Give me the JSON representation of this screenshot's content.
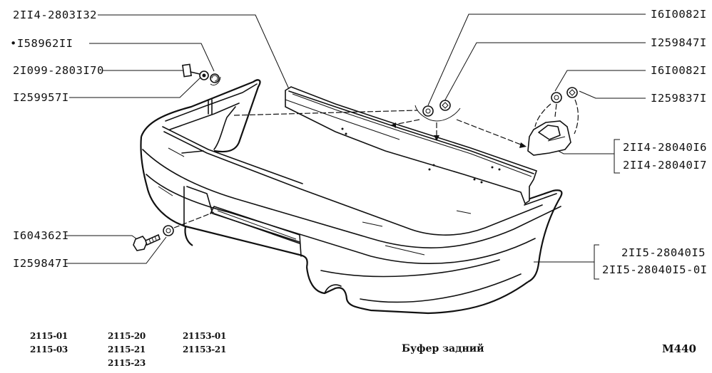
{
  "diagram": {
    "title": "Буфер задний",
    "sheet_code": "M440",
    "parts_left": [
      {
        "id": "2II4-2803I32"
      },
      {
        "id": "I58962II"
      },
      {
        "id": "2I099-2803I70"
      },
      {
        "id": "I259957I"
      },
      {
        "id": "I604362I"
      },
      {
        "id": "I259847I"
      }
    ],
    "parts_right": [
      {
        "id": "I6I0082I"
      },
      {
        "id": "I259847I"
      },
      {
        "id": "I6I0082I"
      },
      {
        "id": "I259837I"
      }
    ],
    "bracket_group_1": [
      "2II4-28040I6",
      "2II4-28040I7"
    ],
    "bracket_group_2": [
      "2II5-28040I5",
      "2II5-28040I5-0I"
    ],
    "models": {
      "col1": [
        "2115-01",
        "2115-03"
      ],
      "col2": [
        "2115-20",
        "2115-21",
        "2115-23"
      ],
      "col3": [
        "21153-01",
        "21153-21"
      ]
    }
  }
}
